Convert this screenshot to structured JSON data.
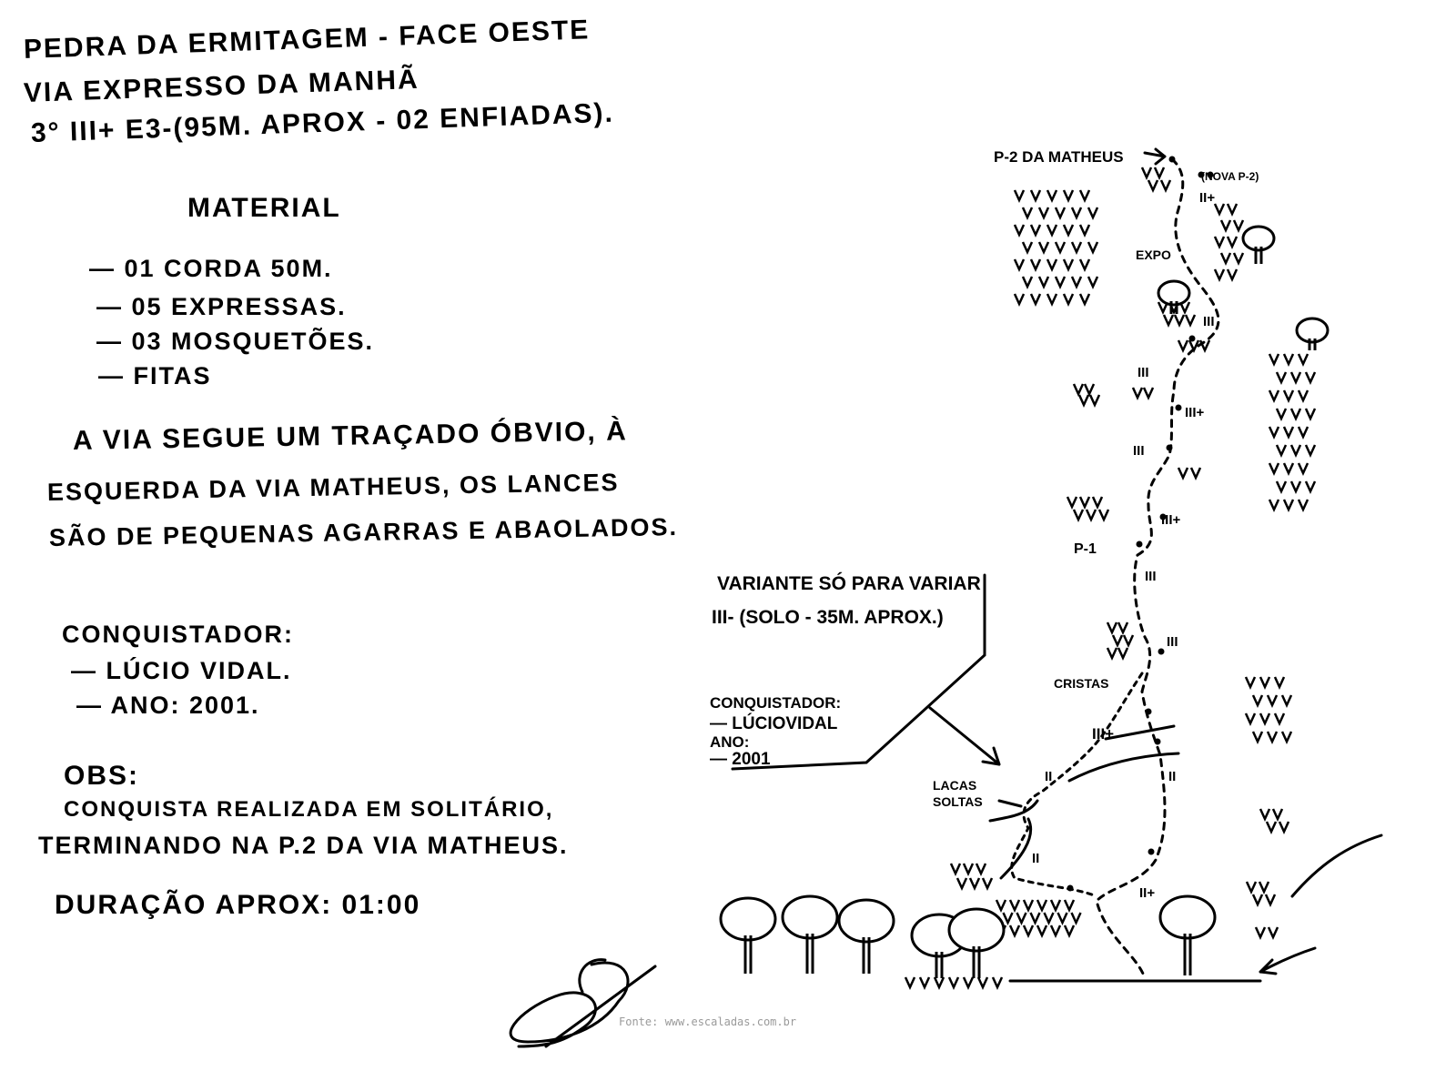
{
  "header": {
    "title_line1": "PEDRA DA ERMITAGEM - FACE OESTE",
    "title_line2": "VIA EXPRESSO DA MANHÃ",
    "title_line3": "3° III+ E3-(95M. APROX - 02 ENFIADAS)."
  },
  "material": {
    "heading": "MATERIAL",
    "items": [
      "— 01 CORDA 50M.",
      "— 05 EXPRESSAS.",
      "— 03 MOSQUETÕES.",
      "— FITAS"
    ]
  },
  "description": {
    "lines": [
      "A VIA SEGUE UM TRAÇADO ÓBVIO, À",
      "ESQUERDA DA VIA MATHEUS, OS LANCES",
      "SÃO DE PEQUENAS AGARRAS E ABAOLADOS."
    ]
  },
  "conquistador": {
    "heading": "CONQUISTADOR:",
    "name": "— LÚCIO VIDAL.",
    "year": "— ANO: 2001."
  },
  "obs": {
    "heading": "OBS:",
    "line1": "CONQUISTA REALIZADA EM SOLITÁRIO,",
    "line2": "TERMINANDO NA P.2 DA VIA MATHEUS."
  },
  "duration": "DURAÇÃO APROX: 01:00",
  "topo": {
    "p2_label": "P-2 DA MATHEUS",
    "nova_p2": "(NOVA P-2)",
    "p1_label": "P-1",
    "expo": "EXPO",
    "cristas": "CRISTAS",
    "lacas": "LACAS",
    "soltas": "SOLTAS",
    "grades": [
      "II+",
      "III",
      "III",
      "III+",
      "III",
      "III+",
      "III",
      "III",
      "III+",
      "II",
      "II",
      "II",
      "II+"
    ],
    "variant": {
      "line1": "VARIANTE SÓ PARA VARIAR",
      "line2": "III- (SOLO - 35M. APROX.)",
      "conq_heading": "CONQUISTADOR:",
      "conq_name": "— LÚCIOVIDAL",
      "ano": "ANO:",
      "year": "— 2001"
    }
  },
  "signature": "signature",
  "credit": "Fonte: www.escaladas.com.br"
}
